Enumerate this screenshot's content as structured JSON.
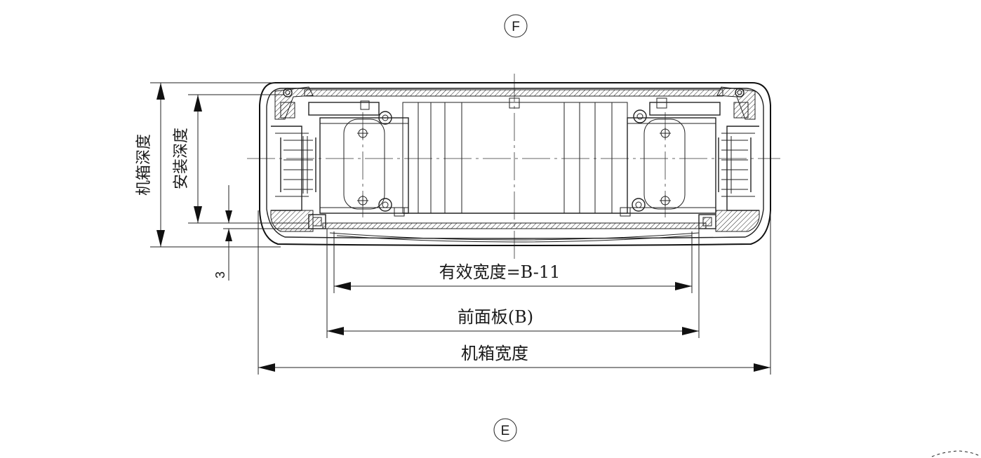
{
  "views": {
    "top_marker": "F",
    "bottom_marker": "E"
  },
  "dimensions": {
    "effective_width": "有效宽度=B-11",
    "front_panel": "前面板(B)",
    "case_width": "机箱宽度",
    "case_depth": "机箱深度",
    "mount_depth": "安装深度",
    "offset": "3"
  },
  "colors": {
    "line": "#222222",
    "background": "#ffffff"
  }
}
